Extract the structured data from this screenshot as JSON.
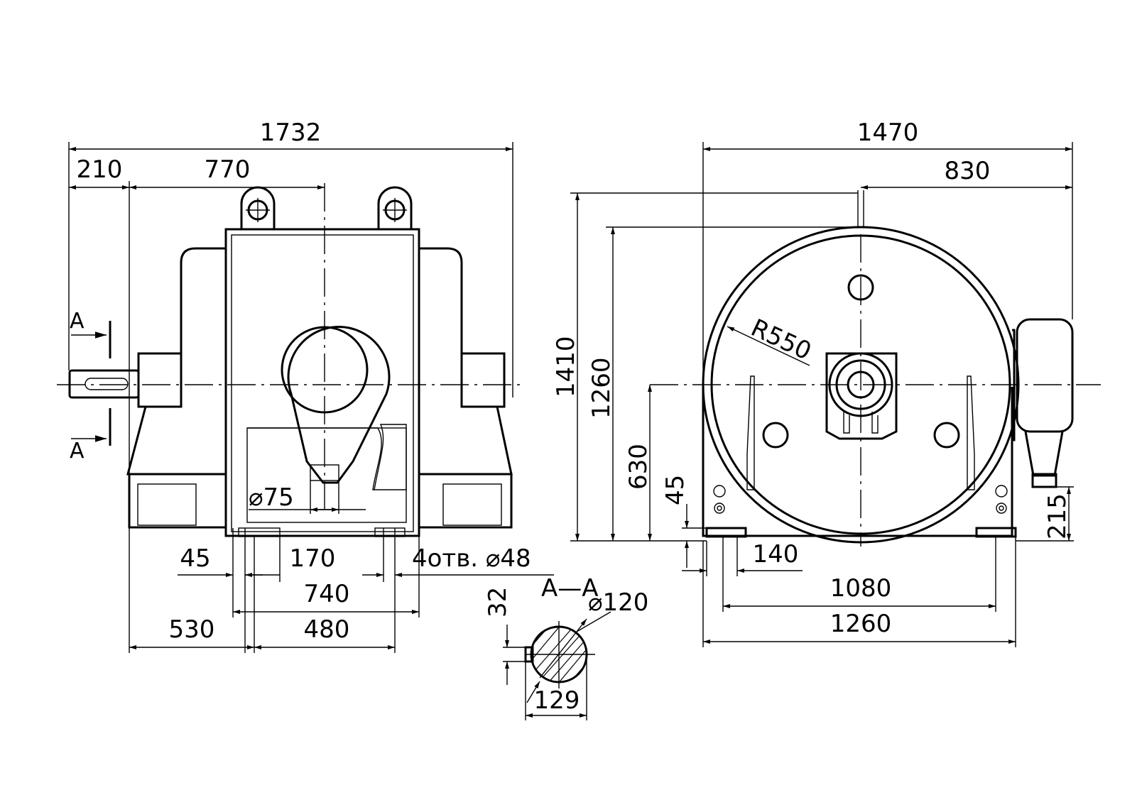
{
  "front_view": {
    "dims": {
      "overall_width": "1732",
      "shaft_offset": "210",
      "center_to_lug": "770",
      "foot_45": "45",
      "foot_170": "170",
      "holes": "4отв. ⌀48",
      "width_740": "740",
      "dist_530": "530",
      "dist_480": "480",
      "shaft_dia": "⌀75"
    },
    "section_marks": {
      "top": "A",
      "bottom": "A"
    }
  },
  "side_view": {
    "dims": {
      "overall_width": "1470",
      "to_terminal": "830",
      "overall_height": "1410",
      "frame_height": "1260",
      "axis_height": "630",
      "foot_45": "45",
      "foot_140": "140",
      "feet_1080": "1080",
      "feet_1260": "1260",
      "box_215": "215",
      "radius": "R550"
    }
  },
  "section": {
    "title": "A—A",
    "dia": "⌀120",
    "height_32": "32",
    "width_129": "129"
  }
}
